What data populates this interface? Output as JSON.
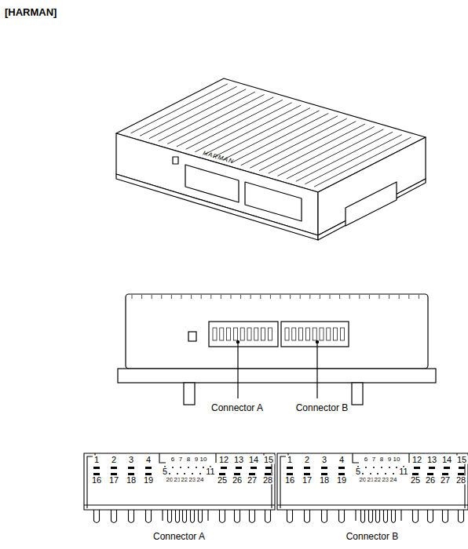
{
  "diagram": {
    "title": "[HARMAN]",
    "labels": [
      "HARMAN",
      "Connector A",
      "Connector B",
      "1",
      "2",
      "3",
      "4",
      "5",
      "6",
      "7",
      "8",
      "9",
      "10",
      "11",
      "12",
      "13",
      "14",
      "15",
      "16",
      "17",
      "18",
      "19",
      "20",
      "21",
      "22",
      "23",
      "24",
      "25",
      "26",
      "27",
      "28",
      "Connector A",
      "1",
      "2",
      "3",
      "4",
      "5",
      "6",
      "7",
      "8",
      "9",
      "10",
      "11",
      "12",
      "13",
      "14",
      "15",
      "16",
      "17",
      "18",
      "19",
      "20",
      "21",
      "22",
      "23",
      "24",
      "25",
      "26",
      "27",
      "28",
      "Connector B"
    ]
  }
}
